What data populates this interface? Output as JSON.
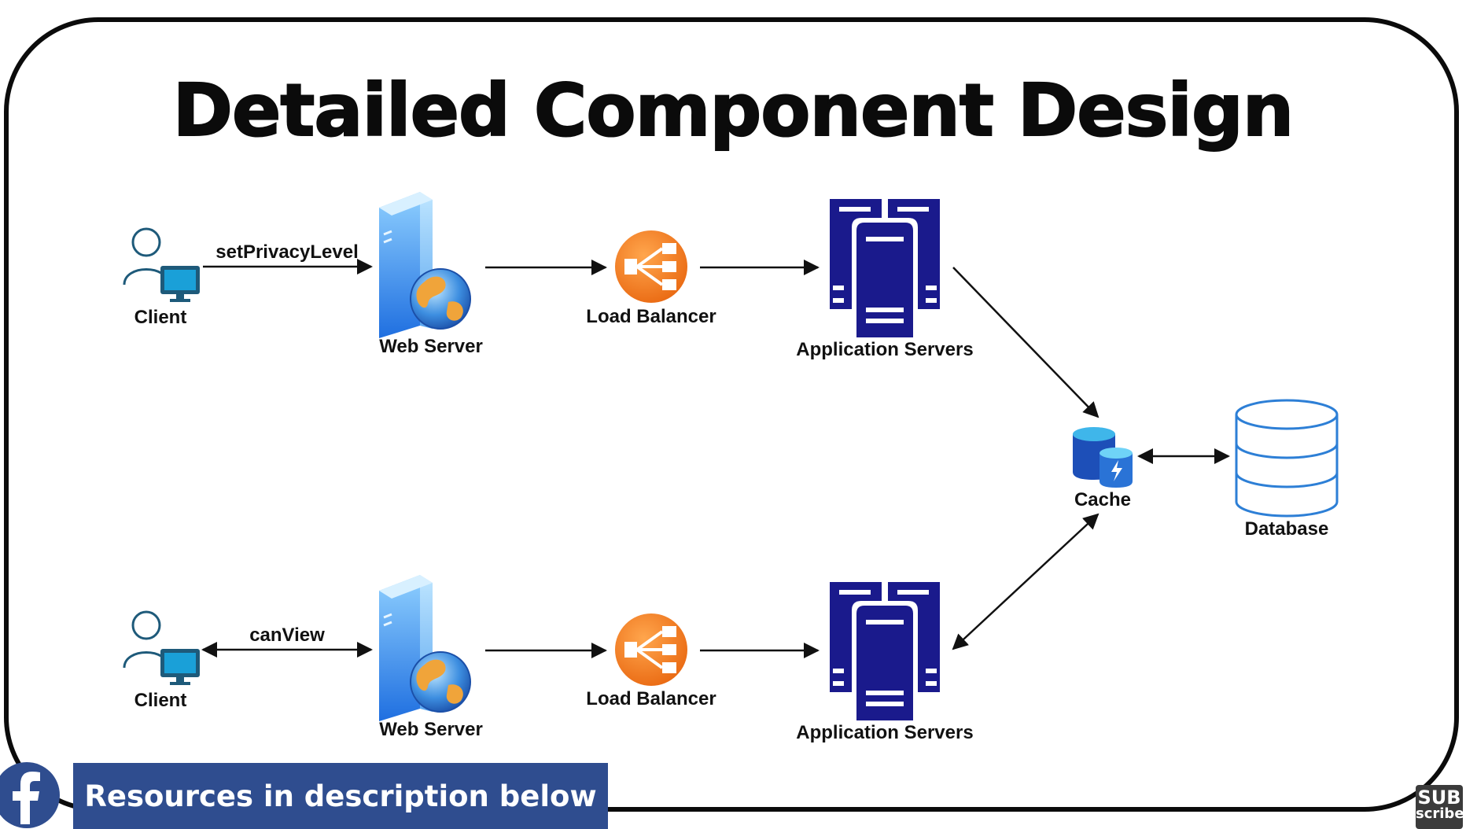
{
  "title": "Detailed Component Design",
  "labels": {
    "client_top": "Client",
    "client_bottom": "Client",
    "web_server_top": "Web Server",
    "web_server_bottom": "Web Server",
    "lb_top": "Load Balancer",
    "lb_bottom": "Load Balancer",
    "app_top": "Application Servers",
    "app_bottom": "Application Servers",
    "cache": "Cache",
    "database": "Database"
  },
  "edges": {
    "top_call": "setPrivacyLevel",
    "bottom_call": "canView"
  },
  "banner": {
    "text": "Resources in description below",
    "icon": "facebook-icon"
  },
  "subscribe": {
    "line1": "SUB",
    "line2": "scribe"
  },
  "colors": {
    "server_navy": "#1a1a8c",
    "lb_orange": "#f07b1c",
    "db_blue": "#2d7fd6",
    "banner_blue": "#2f4d8f"
  }
}
